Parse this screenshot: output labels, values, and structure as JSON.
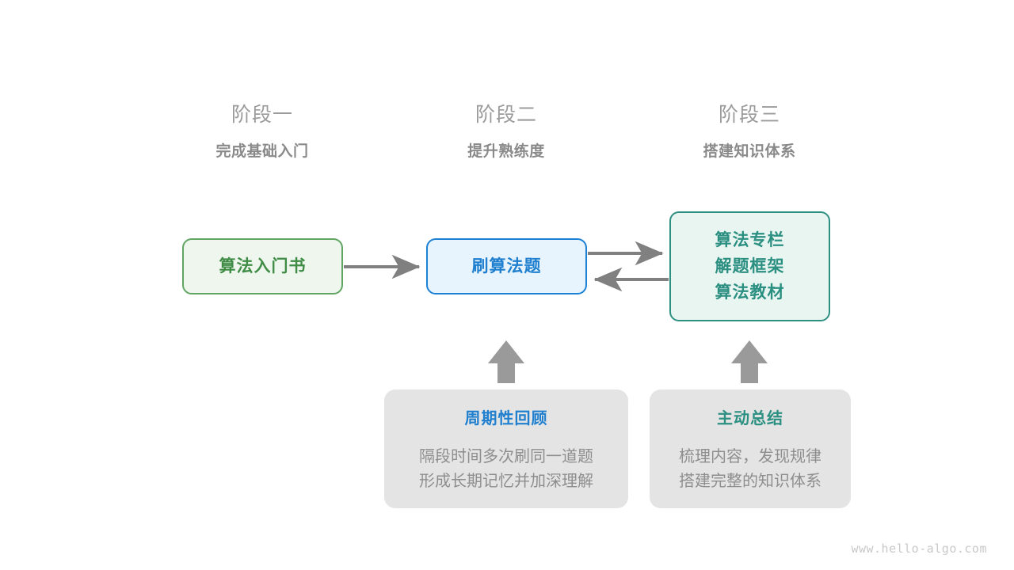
{
  "page": {
    "background": "#ffffff",
    "watermark": "www.hello-algo.com"
  },
  "colors": {
    "green": "#3f8c45",
    "green_border": "#61a563",
    "green_fill": "#eef6ee",
    "blue": "#2080cf",
    "blue_border": "#1c80d4",
    "blue_fill": "#e7f3fd",
    "teal": "#2b8f81",
    "teal_border": "#2e9083",
    "teal_fill": "#e9f5f1",
    "gray_text": "#8e8e8e",
    "gray_card_fill": "#e4e4e4",
    "arrow_gray": "#808080",
    "block_arrow_gray": "#9a9a9a"
  },
  "stages": [
    {
      "title": "阶段一",
      "subtitle": "完成基础入门"
    },
    {
      "title": "阶段二",
      "subtitle": "提升熟练度"
    },
    {
      "title": "阶段三",
      "subtitle": "搭建知识体系"
    }
  ],
  "nodes": {
    "book": {
      "label": "算法入门书"
    },
    "practice": {
      "label": "刷算法题"
    },
    "resources": {
      "lines": [
        "算法专栏",
        "解题框架",
        "算法教材"
      ]
    }
  },
  "cards": [
    {
      "title": "周期性回顾",
      "lines": [
        "隔段时间多次刷同一道题",
        "形成长期记忆并加深理解"
      ]
    },
    {
      "title": "主动总结",
      "lines": [
        "梳理内容，发现规律",
        "搭建完整的知识体系"
      ]
    }
  ],
  "arrows": [
    {
      "name": "book-to-practice",
      "direction": "right"
    },
    {
      "name": "practice-to-resources",
      "direction": "right"
    },
    {
      "name": "resources-to-practice",
      "direction": "left"
    },
    {
      "name": "review-to-practice",
      "direction": "up"
    },
    {
      "name": "summary-to-resources",
      "direction": "up"
    }
  ]
}
